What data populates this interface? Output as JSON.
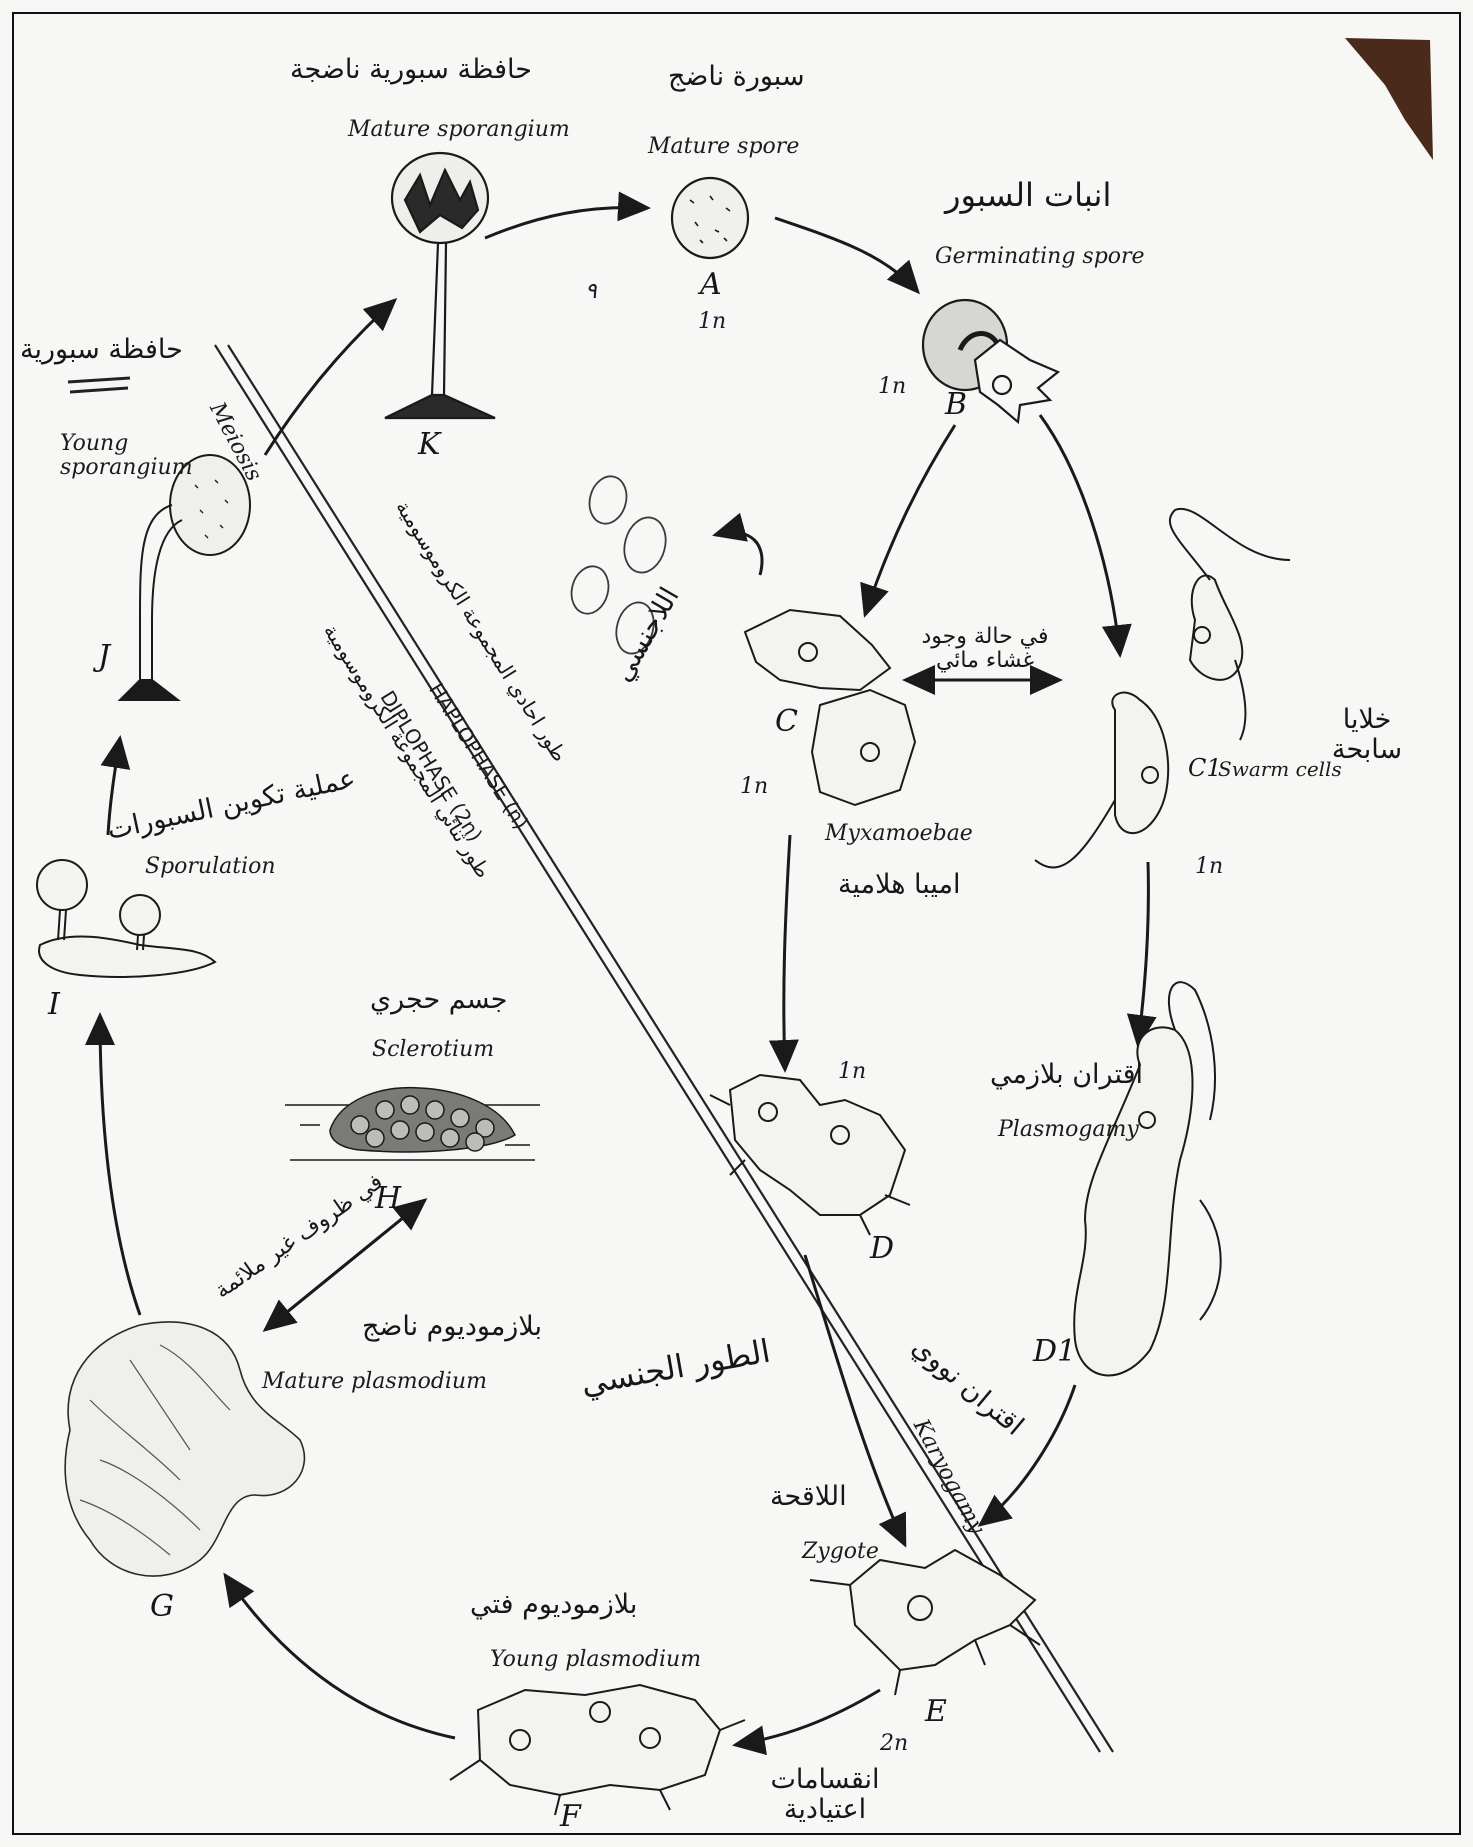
{
  "stages": {
    "A": {
      "letter": "A",
      "en": "Mature spore",
      "ar": "سبورة ناضج",
      "ploidy": "1n"
    },
    "B": {
      "letter": "B",
      "en": "Germinating spore",
      "ar": "انبات السبور",
      "ploidy": "1n"
    },
    "C": {
      "letter": "C",
      "en": "Myxamoebae",
      "ar": "اميبا هلامية",
      "ploidy": "1n"
    },
    "C1": {
      "letter": "C1",
      "en": "Swarm cells",
      "ar": "خلايا سابحة",
      "ploidy": "1n"
    },
    "D": {
      "letter": "D",
      "ploidy": "1n"
    },
    "D1": {
      "letter": "D1",
      "en": "Plasmogamy",
      "ar": "اقتران بلازمي"
    },
    "E": {
      "letter": "E",
      "en": "Zygote",
      "ar": "اللاقحة",
      "ploidy": "2n"
    },
    "F": {
      "letter": "F",
      "en": "Young plasmodium",
      "ar": "بلازموديوم فتي"
    },
    "G": {
      "letter": "G",
      "en": "Mature plasmodium",
      "ar": "بلازموديوم ناضج"
    },
    "H": {
      "letter": "H",
      "en": "Sclerotium",
      "ar": "جسم حجري"
    },
    "I": {
      "letter": "I",
      "en": "Sporulation",
      "ar": "عملية تكوين السبورات"
    },
    "J": {
      "letter": "J",
      "en": "Young sporangium",
      "ar": "حافظة سبورية"
    },
    "K": {
      "letter": "K",
      "en": "Mature sporangium",
      "ar": "حافظة سبورية ناضجة"
    }
  },
  "annotations": {
    "meiosis": "Meiosis",
    "haplophase": "HAPLOPHASE (n)",
    "diplophase": "DIPLOPHASE (2n)",
    "haplophase_ar": "طور احادي المجموعة الكروموسومية",
    "diplophase_ar": "طور ثنائي المجموعة الكروموسومية",
    "karyogamy": "Karyogamy",
    "karyogamy_ar": "اقتران نووي",
    "water_condition": "في حالة وجود غشاء مائي",
    "encystment": "اللاجنسي",
    "sexual_phase": "الطور الجنسي",
    "sclerotium_condition": "في ظروف غير ملائمة",
    "divisions": "انقسامات اعتيادية",
    "small_mark": "٩"
  }
}
